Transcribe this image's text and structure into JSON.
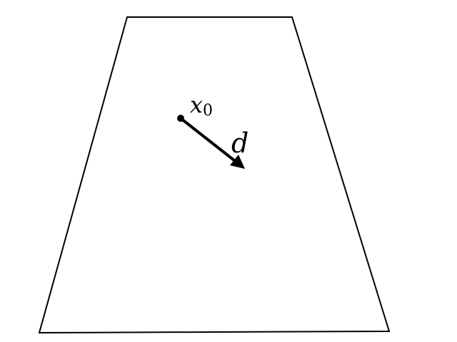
{
  "diagram": {
    "point_label": {
      "base": "x",
      "subscript": "0"
    },
    "direction_label": "d",
    "colors": {
      "stroke": "#000000",
      "background": "#ffffff"
    }
  }
}
